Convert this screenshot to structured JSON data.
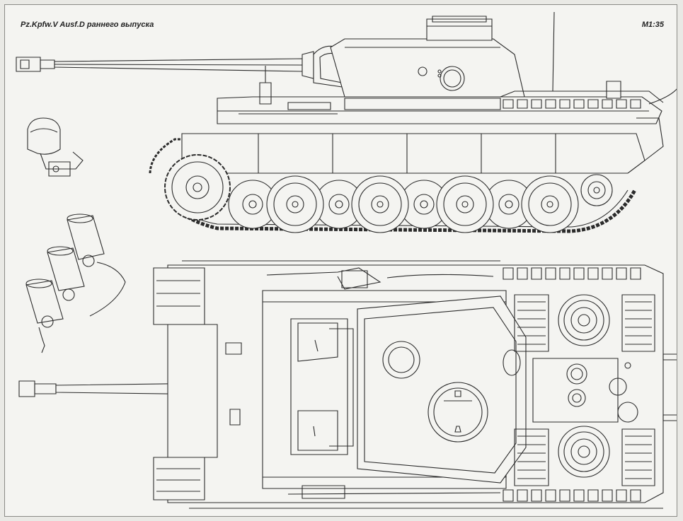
{
  "sheet": {
    "title": "Pz.Kpfw.V Ausf.D раннего выпуска",
    "scale": "M1:35"
  },
  "colors": {
    "line": "#2b2b2b",
    "paper": "#f4f4f1",
    "background": "#e9e9e5"
  },
  "views": [
    "side-view",
    "top-view",
    "detail-periscope",
    "detail-smoke-dischargers"
  ]
}
